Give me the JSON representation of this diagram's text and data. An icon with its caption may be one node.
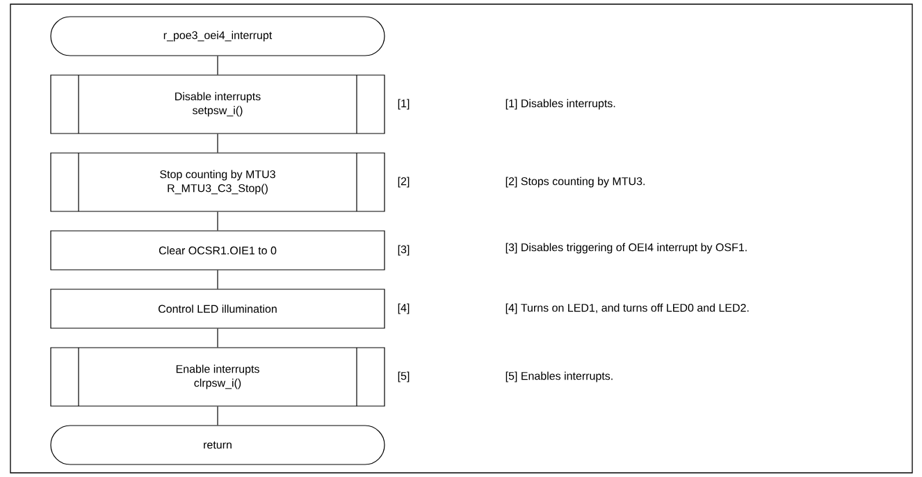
{
  "diagram": {
    "nodes": [
      {
        "text": [
          "r_poe3_oei4_interrupt"
        ]
      },
      {
        "text": [
          "Disable interrupts",
          "setpsw_i()"
        ],
        "beside": [
          "[1]"
        ]
      },
      {
        "text": [
          "Stop counting by MTU3",
          "R_MTU3_C3_Stop()"
        ],
        "beside": [
          "[2]"
        ]
      },
      {
        "text": [
          "Clear OCSR1.OIE1 to 0"
        ],
        "beside": [
          "[3]"
        ]
      },
      {
        "text": [
          "Control LED illumination"
        ],
        "beside": [
          "[4]"
        ]
      },
      {
        "text": [
          "Enable interrupts",
          "clrpsw_i()"
        ],
        "beside": [
          "[5]"
        ]
      },
      {
        "text": [
          "return"
        ]
      }
    ],
    "edges": [
      {
        "from": 0,
        "to": 1,
        "arrow": "none"
      },
      {
        "from": 1,
        "to": 2,
        "arrow": "none"
      },
      {
        "from": 2,
        "to": 3,
        "arrow": "none"
      },
      {
        "from": 3,
        "to": 4,
        "arrow": "none"
      },
      {
        "from": 4,
        "to": 5,
        "arrow": "none"
      },
      {
        "from": 5,
        "to": 6,
        "arrow": "none"
      }
    ],
    "labels": [
      "[1] Disables interrupts.",
      "[2] Stops counting by MTU3.",
      "[3] Disables triggering of OEI4 interrupt by OSF1.",
      "[4] Turns on LED1, and turns off LED0 and LED2.",
      "[5] Enables interrupts."
    ]
  }
}
